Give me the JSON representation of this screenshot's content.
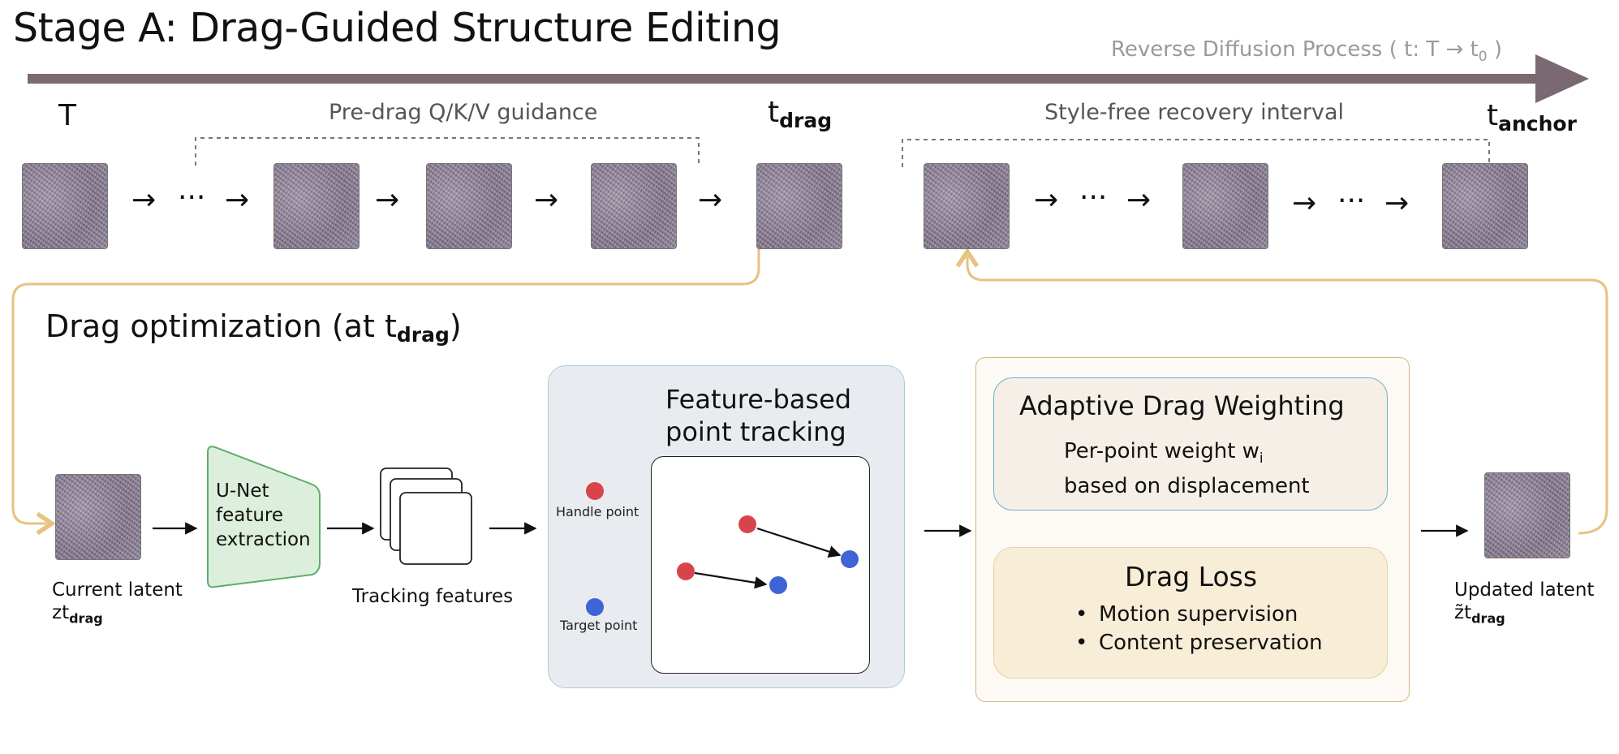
{
  "title": "Stage A: Drag-Guided Structure Editing",
  "axis": {
    "label_prefix": "Reverse Diffusion Process ( t: T → t",
    "label_sub": "0",
    "label_suffix": " )"
  },
  "timesteps": {
    "T": "T",
    "drag_main": "t",
    "drag_sub": "drag",
    "anchor_main": "t",
    "anchor_sub": "anchor"
  },
  "brackets": {
    "pre_drag": "Pre-drag Q/K/V guidance",
    "recovery": "Style-free recovery interval"
  },
  "flow_symbols": {
    "arrow": "→",
    "ellipsis": "···"
  },
  "drag_panel": {
    "title_prefix": "Drag optimization (at t",
    "title_sub": "drag",
    "title_suffix": ")",
    "current_latent_line1": "Current latent",
    "current_latent_main": "zt",
    "current_latent_sub": "drag",
    "unet_lines": [
      "U-Net",
      "feature",
      "extraction"
    ],
    "tracking_features": "Tracking features",
    "point_tracking": {
      "title_lines": [
        "Feature-based",
        "point tracking"
      ],
      "handle_label": "Handle point",
      "target_label": "Target point"
    },
    "adaptive_weighting": {
      "title": "Adaptive Drag Weighting",
      "line1_prefix": "Per-point weight w",
      "line1_sub": "i",
      "line2": "based on displacement"
    },
    "drag_loss": {
      "title": "Drag Loss",
      "bullets": [
        "Motion supervision",
        "Content preservation"
      ]
    },
    "updated_latent_line1": "Updated latent",
    "updated_latent_main": "z̃t",
    "updated_latent_sub": "drag"
  },
  "colors": {
    "timeline": "#7a6872",
    "feedback_arrow": "#e8c282",
    "unet_fill": "#dcefdc",
    "unet_stroke": "#5fae6a",
    "handle_point": "#d9444c",
    "target_point": "#3f64d6"
  }
}
